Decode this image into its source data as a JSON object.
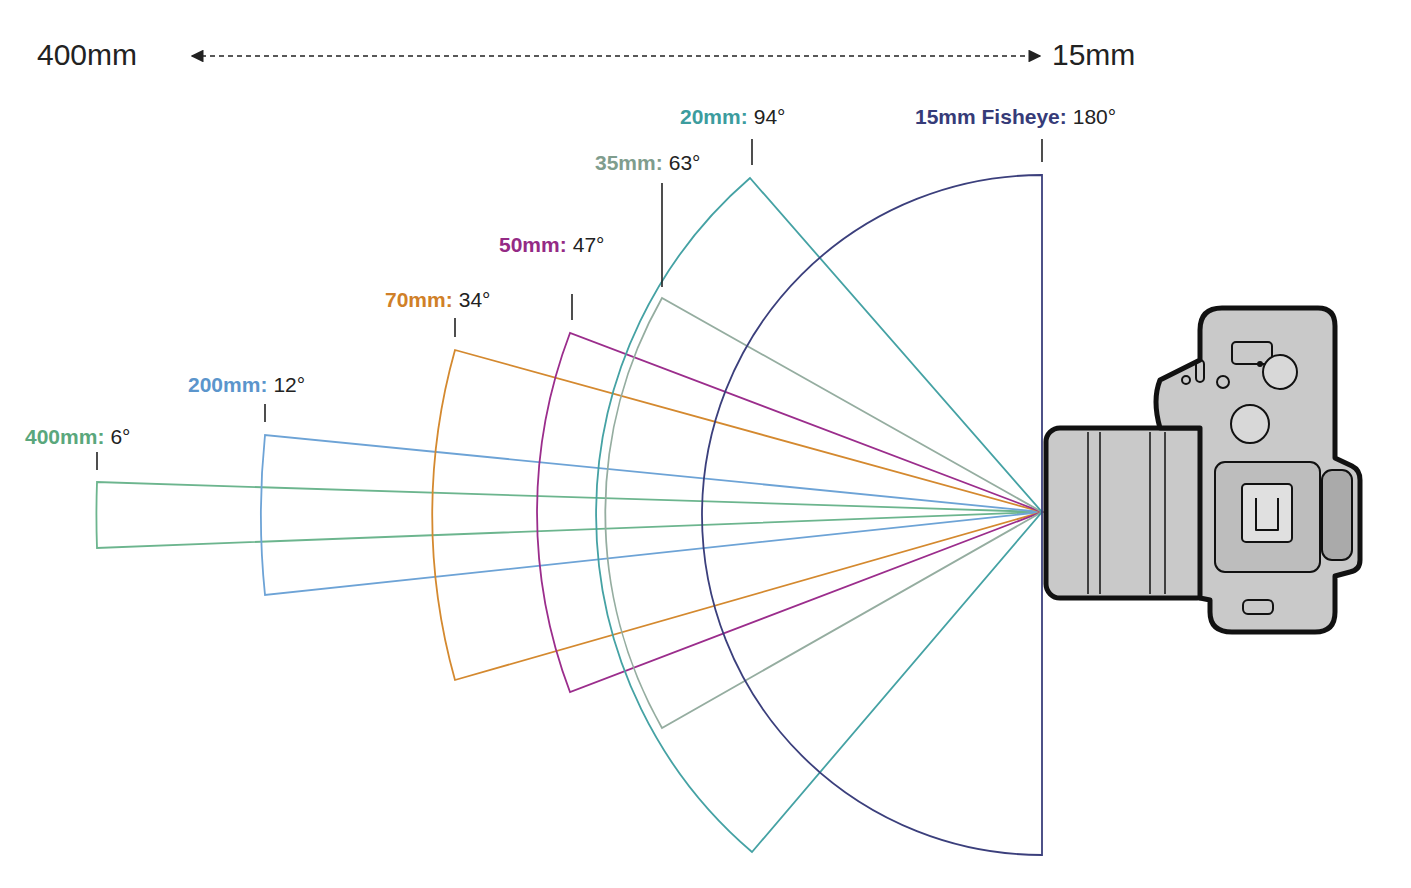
{
  "diagram": {
    "labels": [
      "400mm",
      "15mm",
      "400mm:",
      "6°",
      "200mm:",
      "12°",
      "70mm:",
      "34°",
      "50mm:",
      "47°",
      "35mm:",
      "63°",
      "20mm:",
      "94°",
      "15mm Fisheye:",
      "180°"
    ]
  }
}
